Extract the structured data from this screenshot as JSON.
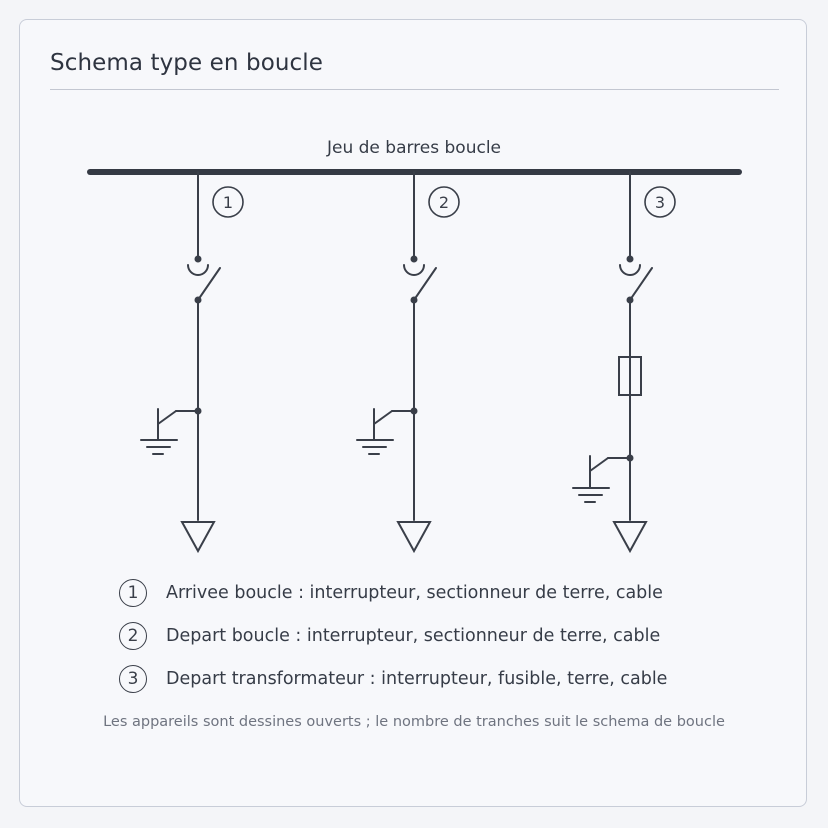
{
  "title": "Schema type en boucle",
  "busbar_label": "Jeu de barres boucle",
  "feeders": [
    {
      "number": "1"
    },
    {
      "number": "2"
    },
    {
      "number": "3"
    }
  ],
  "legend": [
    {
      "number": "1",
      "text": "Arrivee boucle : interrupteur, sectionneur de terre, cable"
    },
    {
      "number": "2",
      "text": "Depart boucle : interrupteur, sectionneur de terre, cable"
    },
    {
      "number": "3",
      "text": "Depart transformateur : interrupteur, fusible, terre, cable"
    }
  ],
  "footnote": "Les appareils sont dessines ouverts ; le nombre de tranches suit le schema de boucle",
  "colors": {
    "line": "#3a3f49",
    "busbar": "#353a44",
    "background": "#f7f8fb"
  }
}
